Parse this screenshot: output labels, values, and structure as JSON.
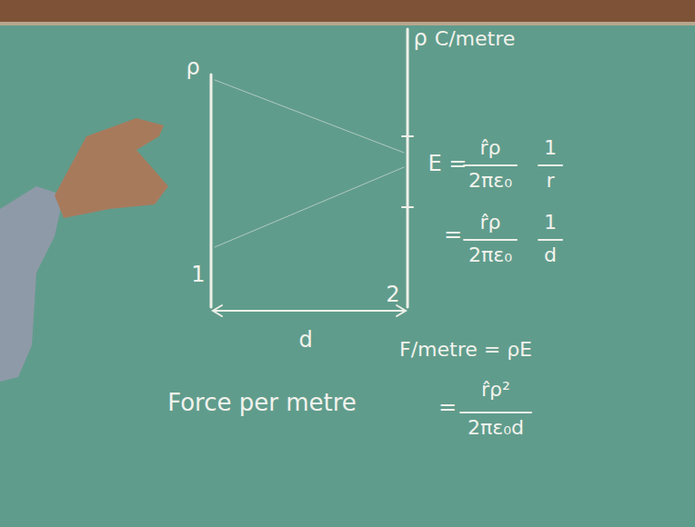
{
  "diagram": {
    "labels": [
      "ρ",
      "ρ",
      "C/metre",
      "E =",
      "r̂ρ",
      "2πε₀",
      "1",
      "r",
      "=",
      "r̂ρ",
      "2πε₀",
      "1",
      "d",
      "1",
      "2",
      "d",
      "F/metre = ρE",
      "=",
      "r̂ρ²",
      "2πε₀d",
      "Force per metre"
    ]
  }
}
